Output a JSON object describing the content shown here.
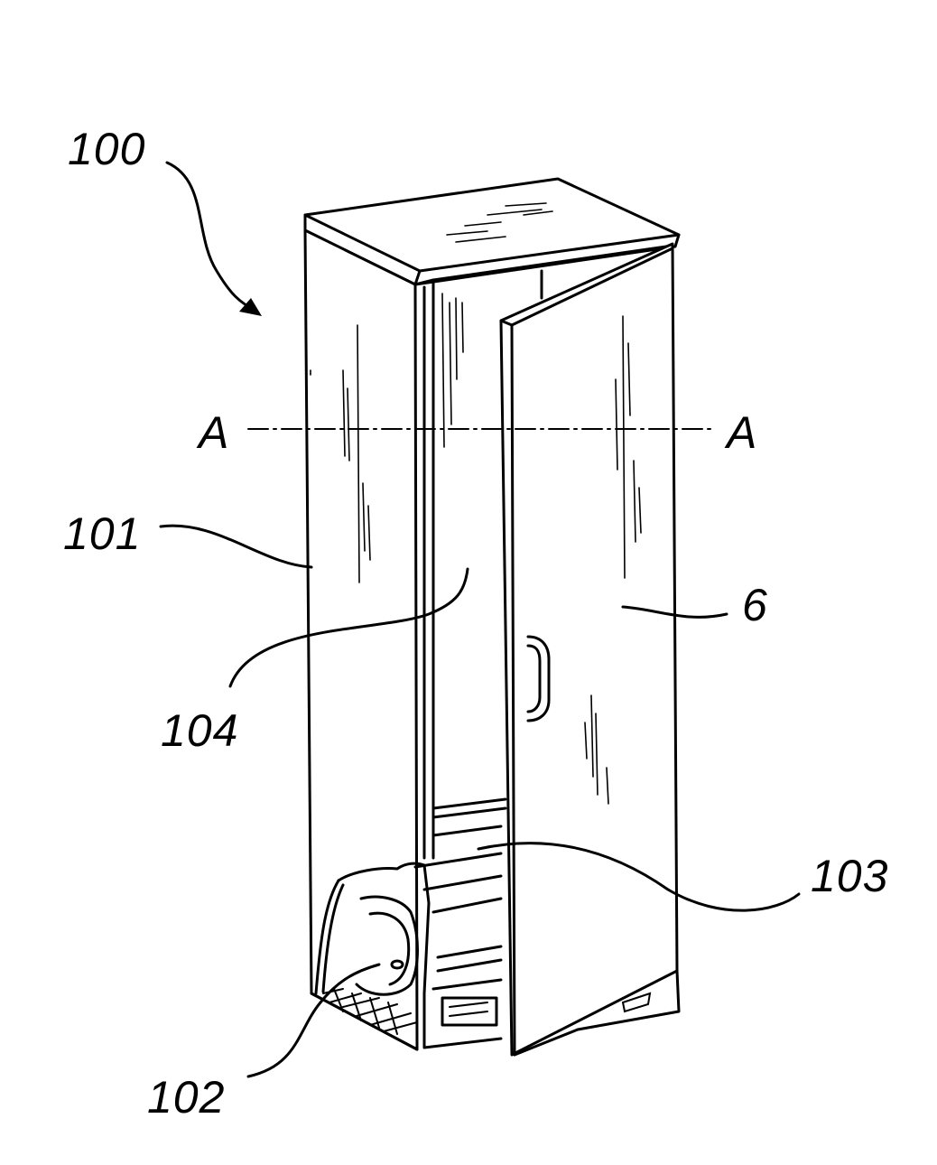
{
  "figure": {
    "labels": {
      "assembly": "100",
      "cabinet": "101",
      "compressor": "102",
      "base_compartment": "103",
      "interior": "104",
      "door": "6",
      "section_left": "A",
      "section_right": "A"
    }
  }
}
